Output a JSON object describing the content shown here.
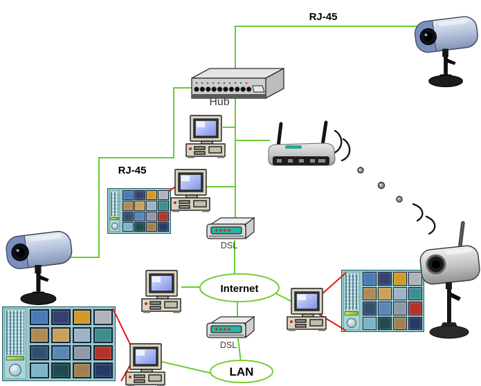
{
  "labels": {
    "rj45_top": "RJ-45",
    "rj45_left": "RJ-45",
    "hub": "Hub",
    "dsl_upper": "DSL",
    "dsl_lower": "DSL",
    "internet": "Internet",
    "lan": "LAN"
  },
  "colors": {
    "cable": "#66cc33",
    "cloud_outline": "#77cc33",
    "video_link": "#e81212",
    "wireless": "#151515",
    "device_label": "#3c3c3c",
    "label": "#000000"
  },
  "monitor_view": {
    "bg": "#96c8c8",
    "panel_bg": "#a9d6d6",
    "cell_frame": "#16263f",
    "thumb_colors": [
      "#4a7ab5",
      "#35406e",
      "#d49a28",
      "#b0b4b8",
      "#b08a54",
      "#caa05a",
      "#9db4c4",
      "#3e8e8e",
      "#32506e",
      "#5a87b4",
      "#8f9aa6",
      "#b43228",
      "#7fb4c8",
      "#1e4a50",
      "#a08050",
      "#243a64"
    ]
  }
}
